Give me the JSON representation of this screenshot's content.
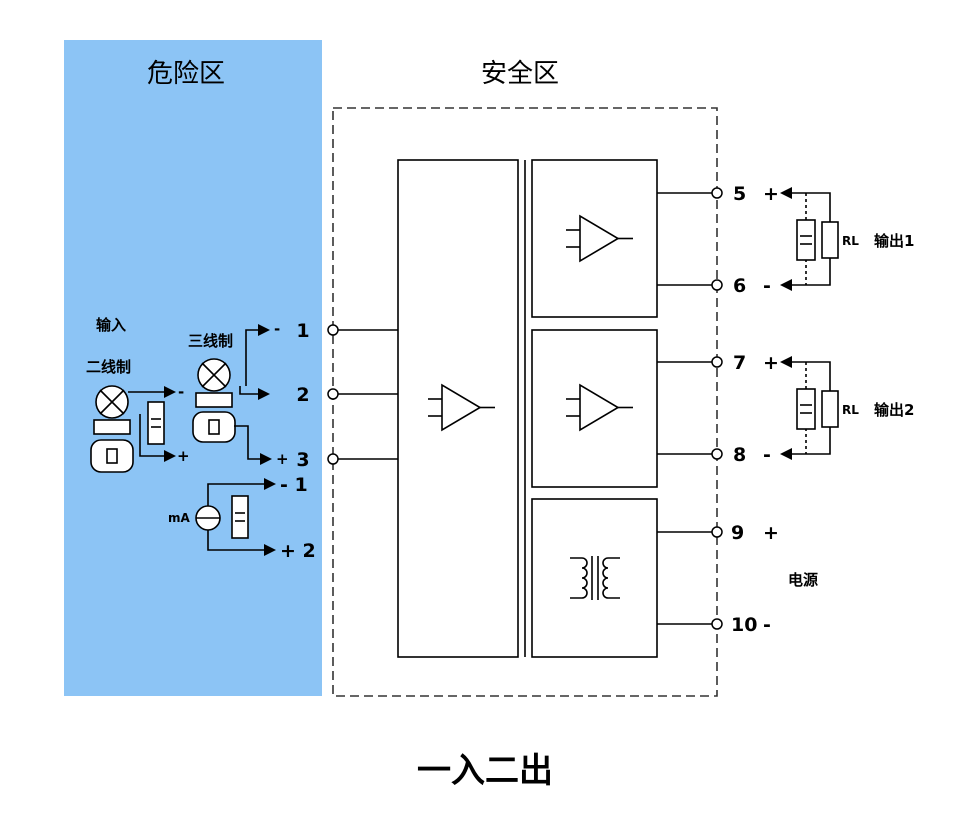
{
  "zones": {
    "hazard_label": "危险区",
    "hazard_color": "#8cc4f5",
    "safe_label": "安全区"
  },
  "input": {
    "label": "输入",
    "two_wire": "二线制",
    "three_wire": "三线制",
    "ma_label": "mA",
    "terminals": [
      "1",
      "2",
      "3"
    ],
    "three_wire_signs": [
      "-",
      "",
      "+"
    ],
    "two_wire_signs": [
      "-",
      "+"
    ],
    "ma_terminals": [
      "- 1",
      "+ 2"
    ]
  },
  "outputs": {
    "out1": {
      "label": "输出1",
      "pos_terminal": "5",
      "neg_terminal": "6",
      "pos_sign": "+",
      "neg_sign": "-",
      "load": "RL"
    },
    "out2": {
      "label": "输出2",
      "pos_terminal": "7",
      "neg_terminal": "8",
      "pos_sign": "+",
      "neg_sign": "-",
      "load": "RL"
    }
  },
  "power": {
    "label": "电源",
    "pos_terminal": "9",
    "neg_terminal": "10",
    "pos_sign": "+",
    "neg_sign": "-"
  },
  "caption": "一入二出",
  "icons": [
    "amplifier-icon",
    "transformer-icon",
    "transmitter-icon",
    "current-source-icon",
    "resistor-icon",
    "capacitor-icon"
  ]
}
